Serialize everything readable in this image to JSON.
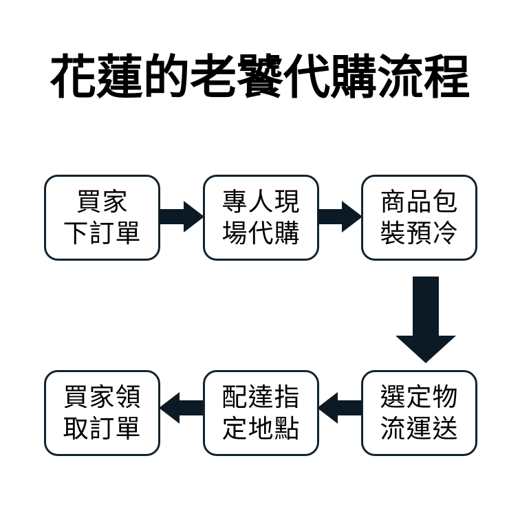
{
  "title": "花蓮的老饕代購流程",
  "colors": {
    "background": "#ffffff",
    "title_text": "#000000",
    "box_border": "#13222c",
    "box_fill": "#ffffff",
    "box_text": "#000000",
    "arrow_fill": "#0b1a24"
  },
  "flow": {
    "nodes": [
      {
        "id": 1,
        "line1": "買家",
        "line2": "下訂單"
      },
      {
        "id": 2,
        "line1": "專人現",
        "line2": "場代購"
      },
      {
        "id": 3,
        "line1": "商品包",
        "line2": "裝預冷"
      },
      {
        "id": 4,
        "line1": "選定物",
        "line2": "流運送"
      },
      {
        "id": 5,
        "line1": "配達指",
        "line2": "定地點"
      },
      {
        "id": 6,
        "line1": "買家領",
        "line2": "取訂單"
      }
    ],
    "arrows": [
      {
        "id": 1,
        "from": 1,
        "to": 2,
        "direction": "right"
      },
      {
        "id": 2,
        "from": 2,
        "to": 3,
        "direction": "right"
      },
      {
        "id": 3,
        "from": 3,
        "to": 4,
        "direction": "down"
      },
      {
        "id": 4,
        "from": 4,
        "to": 5,
        "direction": "left"
      },
      {
        "id": 5,
        "from": 5,
        "to": 6,
        "direction": "left"
      }
    ]
  }
}
